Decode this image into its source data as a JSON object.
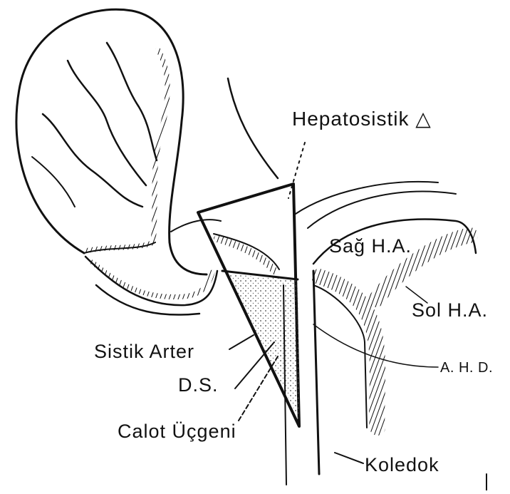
{
  "diagram": {
    "labels": {
      "hepatosistik": "Hepatosistik △",
      "sag_ha": "Sağ H.A.",
      "sol_ha": "Sol H.A.",
      "ahd": "A. H. D.",
      "sistik_arter": "Sistik Arter",
      "ds": "D.S.",
      "calot": "Calot Üçgeni",
      "koledok": "Koledok"
    }
  },
  "colors": {
    "ink": "#111111",
    "paper": "#ffffff"
  }
}
